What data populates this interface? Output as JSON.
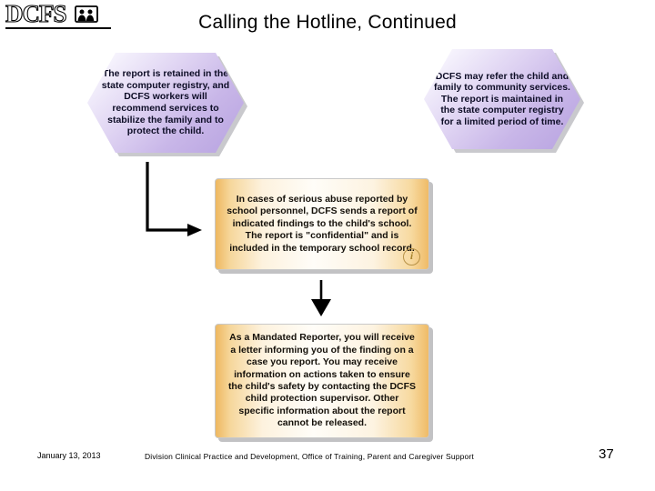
{
  "slide": {
    "title": "Calling the Hotline, Continued",
    "background_color": "#ffffff"
  },
  "logo": {
    "text": "DCFS",
    "icon_name": "family-people-icon",
    "alt": "DCFS logo"
  },
  "shapes": {
    "hex_left": {
      "name": "hexagon-report-retained",
      "text": "The report is retained in the state computer registry, and DCFS workers will recommend services to stabilize the family and to protect the child.",
      "fill_start": "#ffffff",
      "fill_end": "#b7a2e0"
    },
    "hex_right": {
      "name": "hexagon-dcfs-referral",
      "text": "DCFS may refer the child and family to community services.  The report is maintained in the state computer registry for a limited period of time.",
      "fill_start": "#ffffff",
      "fill_end": "#b7a2e0"
    },
    "box_mid": {
      "name": "box-school-report",
      "text": "In cases of serious abuse reported by school personnel, DCFS sends a report of indicated findings to the child's school. The report is \"confidential\" and is included in the temporary school record.",
      "info_icon_label": "i",
      "fill_edge": "#eeb860",
      "fill_center": "#fffdf8"
    },
    "box_bottom": {
      "name": "box-mandated-reporter-letter",
      "text": "As a Mandated Reporter, you will receive a letter informing you of the finding on a case you report. You may receive information on actions taken to ensure the child's safety by contacting the DCFS child protection supervisor. Other specific information about the report cannot be released.",
      "fill_edge": "#eeb860",
      "fill_center": "#fffdf8"
    }
  },
  "connectors": {
    "elbow": {
      "name": "elbow-connector-arrow",
      "direction": "down-then-right",
      "color": "#000000"
    },
    "down": {
      "name": "down-arrow-connector",
      "direction": "down",
      "color": "#000000"
    }
  },
  "footer": {
    "date": "January 13, 2013",
    "center": "Division Clinical Practice and Development, Office of Training, Parent and Caregiver Support",
    "page_number": "37"
  }
}
